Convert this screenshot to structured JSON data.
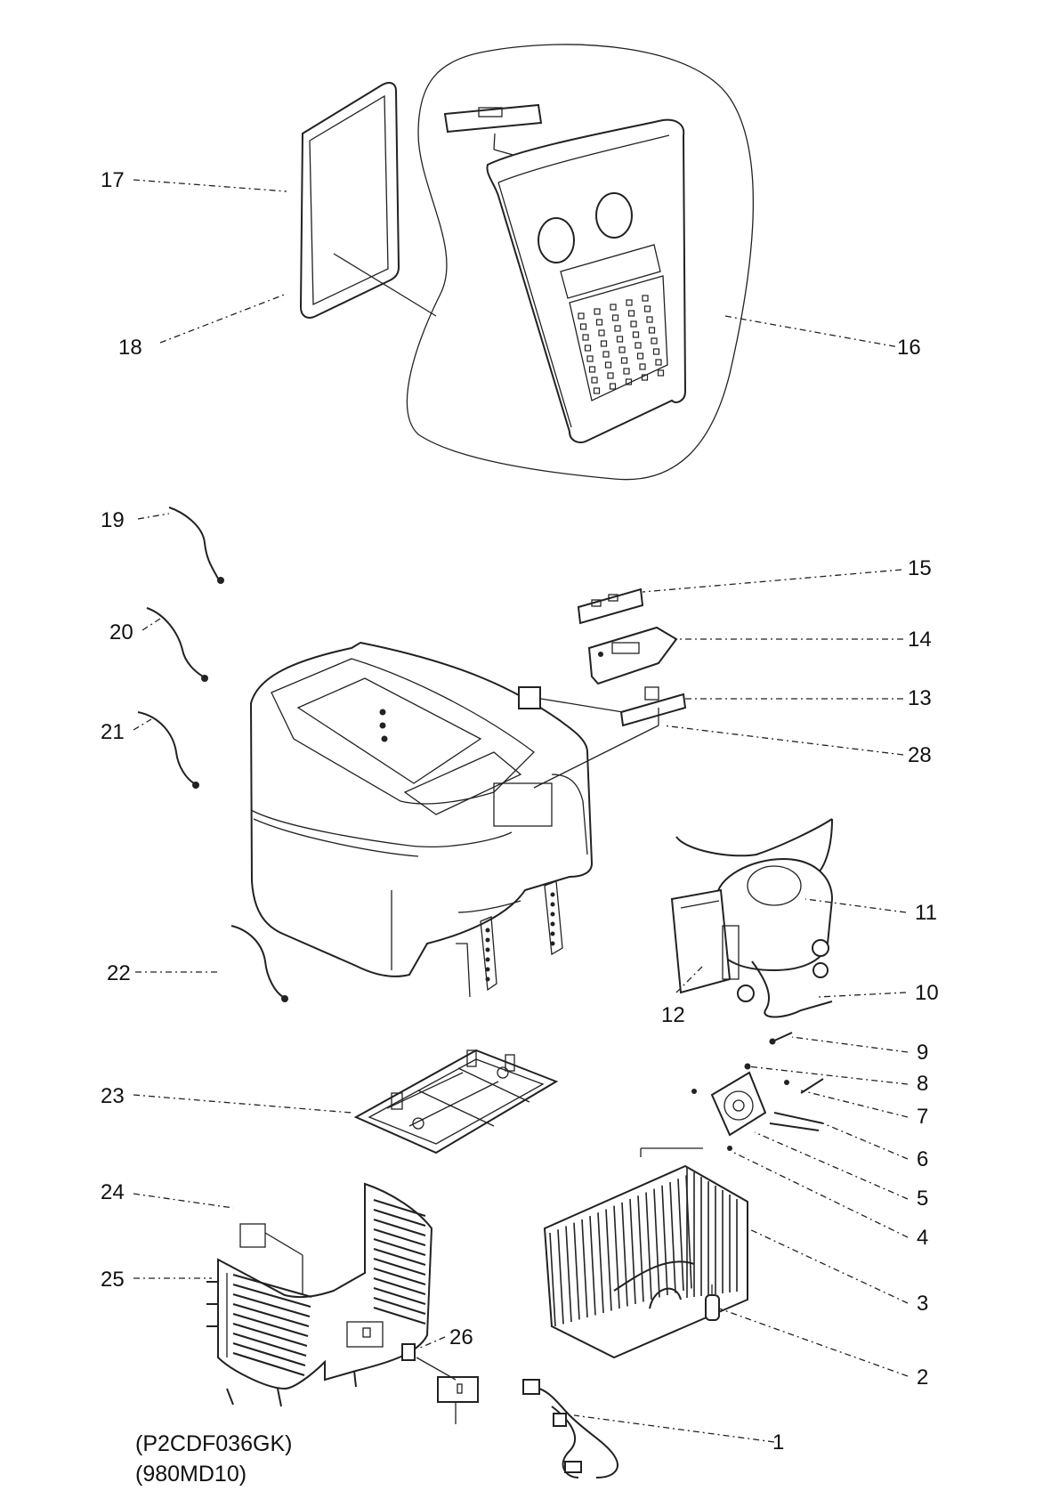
{
  "diagram": {
    "model_codes": [
      "(P2CDF036GK)",
      "(980MD10)"
    ],
    "labels": [
      {
        "id": "1",
        "text": "1"
      },
      {
        "id": "2",
        "text": "2"
      },
      {
        "id": "3",
        "text": "3"
      },
      {
        "id": "4",
        "text": "4"
      },
      {
        "id": "5",
        "text": "5"
      },
      {
        "id": "6",
        "text": "6"
      },
      {
        "id": "7",
        "text": "7"
      },
      {
        "id": "8",
        "text": "8"
      },
      {
        "id": "9",
        "text": "9"
      },
      {
        "id": "10",
        "text": "10"
      },
      {
        "id": "11",
        "text": "11"
      },
      {
        "id": "12",
        "text": "12"
      },
      {
        "id": "13",
        "text": "13"
      },
      {
        "id": "14",
        "text": "14"
      },
      {
        "id": "15",
        "text": "15"
      },
      {
        "id": "16",
        "text": "16"
      },
      {
        "id": "17",
        "text": "17"
      },
      {
        "id": "18",
        "text": "18"
      },
      {
        "id": "19",
        "text": "19"
      },
      {
        "id": "20",
        "text": "20"
      },
      {
        "id": "21",
        "text": "21"
      },
      {
        "id": "22",
        "text": "22"
      },
      {
        "id": "23",
        "text": "23"
      },
      {
        "id": "24",
        "text": "24"
      },
      {
        "id": "25",
        "text": "25"
      },
      {
        "id": "26",
        "text": "26"
      },
      {
        "id": "28",
        "text": "28"
      }
    ]
  }
}
